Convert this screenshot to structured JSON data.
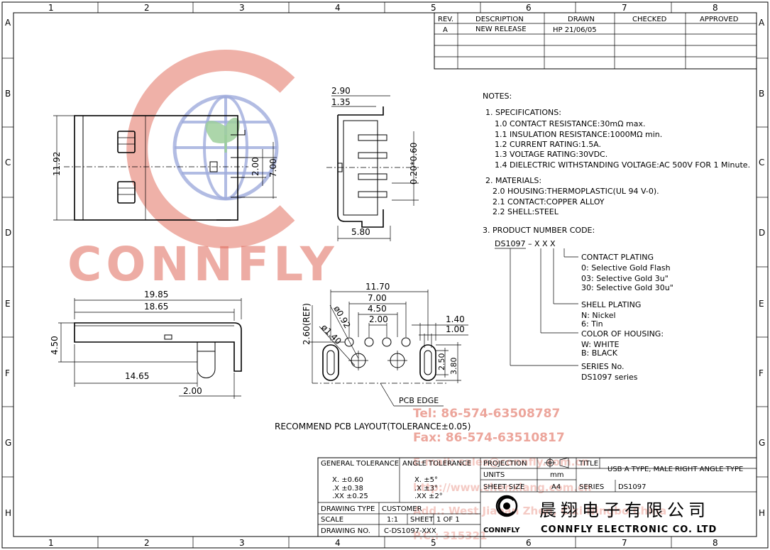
{
  "frame": {
    "columns": [
      "1",
      "2",
      "3",
      "4",
      "5",
      "6",
      "7",
      "8"
    ],
    "rows": [
      "A",
      "B",
      "C",
      "D",
      "E",
      "F",
      "G",
      "H"
    ]
  },
  "revision_table": {
    "headers": [
      "REV.",
      "DESCRIPTION",
      "DRAWN",
      "CHECKED",
      "APPROVED"
    ],
    "rows": [
      [
        "A",
        "NEW RELEASE",
        "HP 21/06/05",
        "",
        ""
      ]
    ]
  },
  "watermark": {
    "brand": "CONNFLY",
    "tel": "Tel: 86-574-63508787",
    "fax": "Fax: 86-574-63510817",
    "email": "E-mail: sales@connfly.com.cn",
    "web": "http://www.chenxiang.com.cn",
    "address": "Add.: West Jiaoan Zhen, Cixi Ningbo China",
    "postcode": "P.C.: 315321"
  },
  "notes": {
    "title": "NOTES:",
    "sections": [
      {
        "heading": "1.  SPECIFICATIONS:",
        "items": [
          "1.0 CONTACT RESISTANCE:30mΩ max.",
          "1.1 INSULATION RESISTANCE:1000MΩ min.",
          "1.2 CURRENT RATING:1.5A.",
          "1.3 VOLTAGE RATING:30VDC.",
          "1.4 DIELECTRIC WITHSTANDING VOLTAGE:AC 500V FOR 1 Minute."
        ]
      },
      {
        "heading": "2.  MATERIALS:",
        "items": [
          "2.0 HOUSING:THERMOPLASTIC(UL 94 V-0).",
          "2.1 CONTACT:COPPER ALLOY",
          "2.2 SHELL:STEEL"
        ]
      },
      {
        "heading": "3. PRODUCT NUMBER CODE:",
        "items": []
      }
    ]
  },
  "part_code": {
    "code": "DS1097 – X  X  X",
    "contact_plating": {
      "title": "CONTACT PLATING",
      "options": [
        "0: Selective Gold Flash",
        "03: Selective Gold 3u\"",
        "30: Selective Gold 30u\""
      ]
    },
    "shell_plating": {
      "title": "SHELL PLATING",
      "options": [
        "N: Nickel",
        "6: Tin"
      ]
    },
    "housing_color": {
      "title": "COLOR OF HOUSING:",
      "options": [
        "W: WHITE",
        "B: BLACK"
      ]
    },
    "series": {
      "title": "SERIES No.",
      "options": [
        "DS1097 series"
      ]
    }
  },
  "dimensions": {
    "front_height": "11.92",
    "front_pitch_a": "2.00",
    "front_pitch_b": "7.00",
    "side_top_a": "2.90",
    "side_top_b": "1.35",
    "side_width": "5.80",
    "side_pin": "0.20*0.60",
    "top_len_a": "19.85",
    "top_len_b": "18.65",
    "top_height": "4.50",
    "top_len_c": "14.65",
    "top_len_d": "2.00",
    "pcb_w1": "11.70",
    "pcb_w2": "7.00",
    "pcb_w3": "4.50",
    "pcb_w4": "2.00",
    "pcb_slot_w": "1.40",
    "pcb_slot_w2": "1.00",
    "pcb_ref": "2.60(REF)",
    "pcb_hole": "ø0.92",
    "pcb_hole2": "ø1.40",
    "pcb_h1": "2.50",
    "pcb_h2": "3.80",
    "pcb_edge": "PCB EDGE",
    "pcb_caption": "RECOMMEND PCB LAYOUT(TOLERANCE±0.05)"
  },
  "title_block": {
    "general_tolerance_label": "GENERAL TOLERANCE",
    "angle_tolerance_label": "ANGLE TOLERANCE",
    "general_tolerances": [
      "X.    ±0.60",
      ".X     ±0.38",
      ".XX    ±0.25"
    ],
    "angle_tolerances": [
      "X.       ±5°",
      ".X       ±3°",
      ".XX     ±2°"
    ],
    "drawing_type_label": "DRAWING TYPE",
    "drawing_type": "CUSTOMER",
    "scale_label": "SCALE",
    "scale": "1:1",
    "sheet_label": "SHEET",
    "sheet": "1 OF 1",
    "drawing_no_label": "DRAWING NO.",
    "drawing_no": "C-DS1097-XXX",
    "projection_label": "PROJECTION",
    "units_label": "UNITS",
    "units": "mm",
    "sheet_size_label": "SHEET SIZE",
    "sheet_size": "A4",
    "title_label": "TITLE",
    "title": "USB A TYPE, MALE RIGHT ANGLE TYPE",
    "series_label": "SERIES",
    "series": "DS1097",
    "company_cn": "晨翔电子有限公司",
    "company_en": "CONNFLY ELECTRONIC CO. LTD",
    "logo_text": "CONNFLY"
  },
  "colors": {
    "watermark_red": "#e06a5a",
    "watermark_blue": "#7e8fd0",
    "watermark_green": "#7cc07a"
  }
}
